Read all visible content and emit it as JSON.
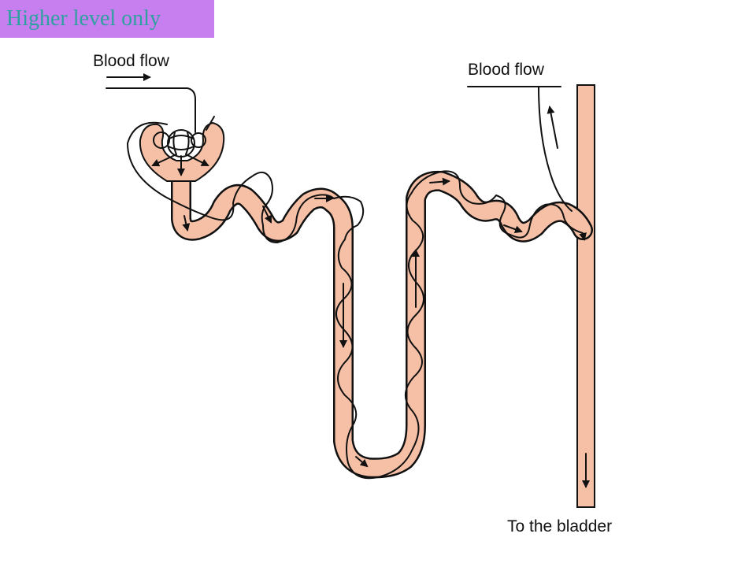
{
  "badge": {
    "text": "Higher level only"
  },
  "labels": {
    "blood_flow_in": "Blood flow",
    "blood_flow_out": "Blood flow",
    "to_bladder": "To the bladder"
  },
  "colors": {
    "badge_bg": "#c77ff0",
    "badge_text": "#2fa0a0",
    "tubule_fill": "#f6c0a6",
    "outline": "#111111"
  }
}
